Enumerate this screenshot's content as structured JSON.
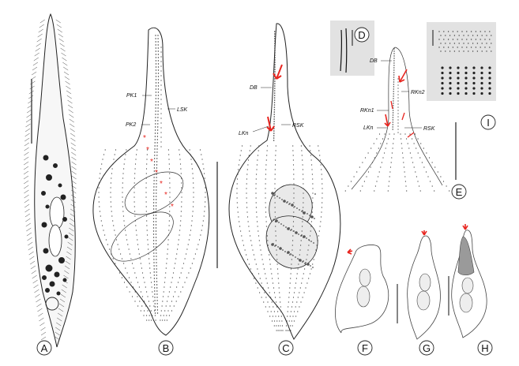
{
  "panels": [
    {
      "id": "A",
      "letter": "A"
    },
    {
      "id": "B",
      "letter": "B"
    },
    {
      "id": "C",
      "letter": "C"
    },
    {
      "id": "D",
      "letter": "D"
    },
    {
      "id": "E",
      "letter": "E"
    },
    {
      "id": "F",
      "letter": "F"
    },
    {
      "id": "G",
      "letter": "G"
    },
    {
      "id": "H",
      "letter": "H"
    },
    {
      "id": "I",
      "letter": "I"
    }
  ],
  "labels": {
    "pk1": "PK1",
    "pk2": "PK2",
    "lsk": "LSK",
    "db_c": "DB",
    "lkn_c": "LKn",
    "rsk_c": "RSK",
    "db_e": "DB",
    "rkn2": "RKn2",
    "rkn1": "RKn1",
    "lkn_e": "LKn",
    "rsk_e": "RSK"
  },
  "colors": {
    "annotation_red": "#e8251f",
    "outline": "#222222",
    "inset_gray": "#e2e2e2",
    "stipple": "#555555"
  }
}
